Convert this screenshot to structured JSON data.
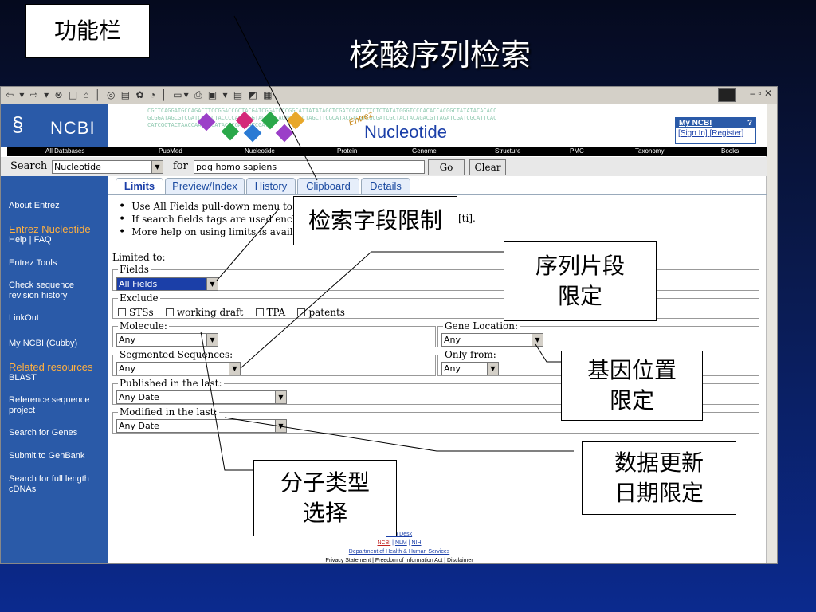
{
  "slide": {
    "title": "核酸序列检索"
  },
  "callouts": {
    "toolbar_label": "功能栏",
    "field_limit": "检索字段限制",
    "sequence_limit": [
      "序列片段",
      "限定"
    ],
    "gene_location": [
      "基因位置",
      "限定"
    ],
    "update_date": [
      "数据更新",
      "日期限定"
    ],
    "molecule_type": [
      "分子类型",
      "选择"
    ]
  },
  "browser": {
    "toolbar_glyphs": "⇦ ▾ ⇨ ▾ ⊗ ◫ ⌂ │ ◎ ▤ ✿ ◔ │ ▭▾ ⎙ ▣ ▾ ▤ ◩ ▦",
    "window_controls": "– ▫ ✕"
  },
  "ncbi": {
    "logo_text": "NCBI",
    "banner_title": "Nucleotide",
    "banner_entrez": "Entrez",
    "sequence_text": "CGCTCAGGATGCCAGACTTCCGGACCGCTACGATCGGATCCCGGCATTATATAGCTCGATCGATCTTCTCTATATGGGTCCCACACCACGGCTATATACACACCGCGGATAGCGTCGATCGATCTACCCCAGATGGTAGACGTAGTCCAGCTAGCTTCGCATACGTCGTCGCGATCGCTACTACAGACGTTAGATCGATCGCATTCACCATCGCTACTAACCAATTCGATACGCGACGATCGAT",
    "myncbi_title": "My NCBI",
    "myncbi_help": "?",
    "sign_in": "[Sign In]",
    "register": "[Register]"
  },
  "navbar": [
    "All Databases",
    "PubMed",
    "Nucleotide",
    "Protein",
    "Genome",
    "Structure",
    "PMC",
    "Taxonomy",
    "Books"
  ],
  "search": {
    "label": "Search",
    "database": "Nucleotide",
    "for_label": "for",
    "query": "pdg homo sapiens",
    "go_label": "Go",
    "clear_label": "Clear"
  },
  "sidebar": {
    "about": "About Entrez",
    "entrez_nucleotide": "Entrez Nucleotide",
    "help_faq": "Help | FAQ",
    "tools": "Entrez Tools",
    "check_history": "Check sequence revision history",
    "linkout": "LinkOut",
    "my_ncbi": "My NCBI (Cubby)",
    "related": "Related resources",
    "blast": "BLAST",
    "refseq": "Reference sequence project",
    "search_genes": "Search for Genes",
    "submit": "Submit to GenBank",
    "full_length": "Search for full length cDNAs"
  },
  "tabs": [
    "Limits",
    "Preview/Index",
    "History",
    "Clipboard",
    "Details"
  ],
  "bullets": [
    "Use All Fields pull-down menu to",
    "If search fields tags are used encl",
    "More help on using limits is availa"
  ],
  "bullet_tail": "[ti].",
  "limits": {
    "limited_to": "Limited to:",
    "fields_legend": "Fields",
    "fields_value": "All Fields",
    "exclude_legend": "Exclude",
    "exclude_options": [
      "STSs",
      "working draft",
      "TPA",
      "patents"
    ],
    "molecule_legend": "Molecule:",
    "molecule_value": "Any",
    "gene_location_legend": "Gene Location:",
    "gene_location_value": "Any",
    "segmented_legend": "Segmented Sequences:",
    "segmented_value": "Any",
    "only_from_legend": "Only from:",
    "only_from_value": "Any",
    "published_legend": "Published in the last:",
    "published_value": "Any Date",
    "modified_legend": "Modified in the last:",
    "modified_value": "Any Date"
  },
  "footer": {
    "help_desk": "Help Desk",
    "ncbi": "NCBI",
    "nlm": "NLM",
    "nih": "NIH",
    "dept": "Department of Health & Human Services",
    "privacy": "Privacy Statement | Freedom of Information Act | Disclaimer"
  }
}
